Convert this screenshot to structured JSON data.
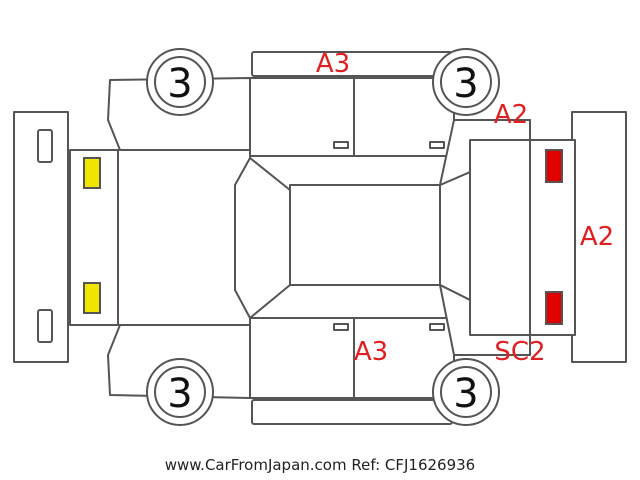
{
  "condition_colors": {
    "damage_code": "#e02020",
    "yellow_marker": "#f2e600",
    "red_marker": "#e00000",
    "outline": "#555555"
  },
  "wheels": {
    "front_left": "3",
    "rear_left": "3",
    "front_right": "3",
    "rear_right": "3"
  },
  "damage_codes": {
    "left_side": "A3",
    "rear_quarter_left": "A2",
    "rear_bumper": "A2",
    "right_side": "A3",
    "rear_quarter_right": "SC2"
  },
  "markers": [
    {
      "panel": "front-bumper-upper",
      "color": "yellow"
    },
    {
      "panel": "front-bumper-lower",
      "color": "yellow"
    },
    {
      "panel": "rear-bumper-upper",
      "color": "red"
    },
    {
      "panel": "rear-bumper-lower",
      "color": "red"
    }
  ],
  "footer": {
    "text": "www.CarFromJapan.com Ref: CFJ1626936"
  }
}
